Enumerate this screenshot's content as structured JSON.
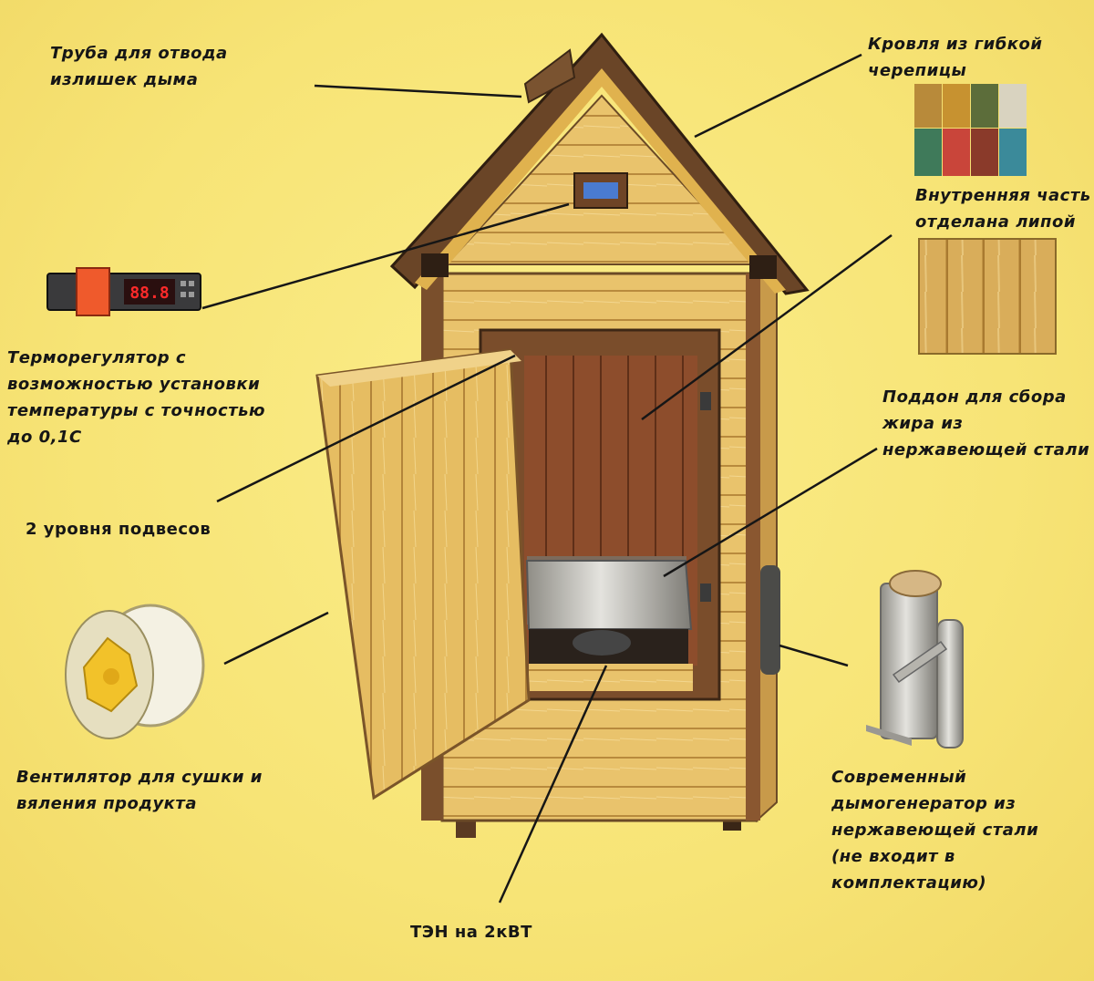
{
  "labels": {
    "chimney": "Труба для отвода\nизлишек дыма",
    "roof": "Кровля из гибкой\nчерепицы",
    "lining": "Внутренняя часть\nотделана липой",
    "thermostat": "Терморегулятор с\nвозможностью установки\nтемпературы с точностью\nдо 0,1С",
    "levels": "2 уровня подвесов",
    "tray": "Поддон для сбора\nжира из\nнержавеющей стали",
    "fan": "Вентилятор для сушки и\nвяления продукта",
    "generator": "Современный\nдымогенератор из\nнержавеющей стали\n(не входит в\nкомплектацию)",
    "heater": "ТЭН на 2кВТ"
  },
  "thermostat_display": "88.8",
  "colors": {
    "background": "#f8e77a",
    "wood": "#e8c06a",
    "wood_dark": "#b98a3a",
    "interior": "#8a4a2a",
    "roof": "#5b3a22",
    "steel": "#b9b7b0"
  }
}
